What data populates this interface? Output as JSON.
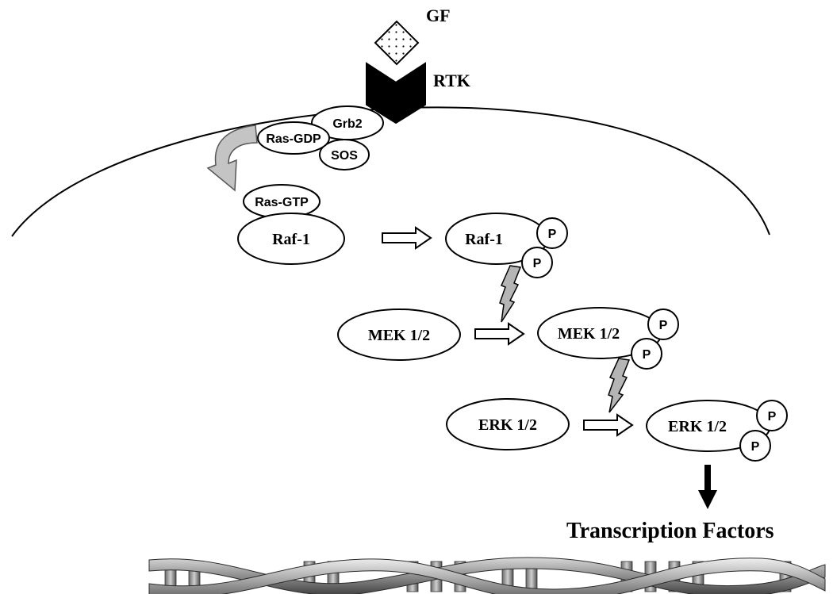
{
  "labels": {
    "gf": "GF",
    "rtk": "RTK",
    "grb2": "Grb2",
    "ras_gdp": "Ras-GDP",
    "sos": "SOS",
    "ras_gtp": "Ras-GTP",
    "raf1": "Raf-1",
    "raf1_p": "Raf-1",
    "mek": "MEK 1/2",
    "mek_p": "MEK 1/2",
    "erk": "ERK 1/2",
    "erk_p": "ERK 1/2",
    "phospho": "P",
    "transcription": "Transcription Factors"
  },
  "colors": {
    "line": "#000000",
    "fill": "#ffffff",
    "lightning": "#b5b5b5",
    "curved_arrow": "#c4c4c4",
    "receptor": "#000000"
  }
}
